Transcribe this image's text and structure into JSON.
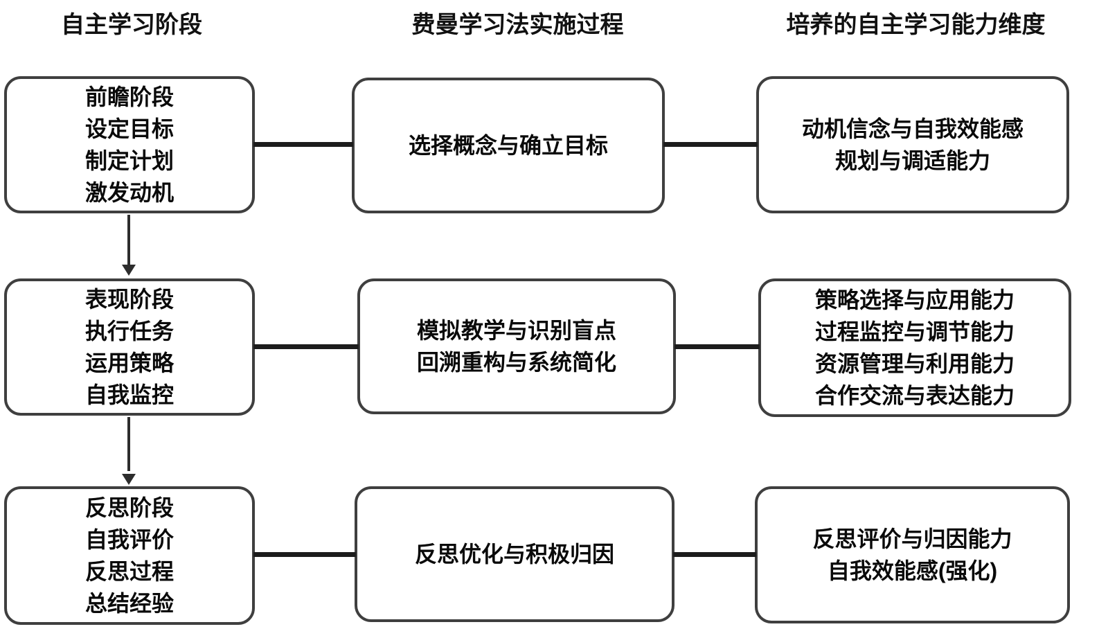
{
  "headers": {
    "stages": "自主学习阶段",
    "process": "费曼学习法实施过程",
    "abilities": "培养的自主学习能力维度"
  },
  "rows": [
    {
      "stage": {
        "lines": [
          "前瞻阶段",
          "设定目标",
          "制定计划",
          "激发动机"
        ]
      },
      "process": {
        "lines": [
          "选择概念与确立目标"
        ]
      },
      "ability": {
        "lines": [
          "动机信念与自我效能感",
          "规划与调适能力"
        ]
      }
    },
    {
      "stage": {
        "lines": [
          "表现阶段",
          "执行任务",
          "运用策略",
          "自我监控"
        ]
      },
      "process": {
        "lines": [
          "模拟教学与识别盲点",
          "回溯重构与系统简化"
        ]
      },
      "ability": {
        "lines": [
          "策略选择与应用能力",
          "过程监控与调节能力",
          "资源管理与利用能力",
          "合作交流与表达能力"
        ]
      }
    },
    {
      "stage": {
        "lines": [
          "反思阶段",
          "自我评价",
          "反思过程",
          "总结经验"
        ]
      },
      "process": {
        "lines": [
          "反思优化与积极归因"
        ]
      },
      "ability": {
        "lines": [
          "反思评价与归因能力",
          "自我效能感(强化)"
        ]
      }
    }
  ],
  "colors": {
    "box_border": "#3f3f3f",
    "connector": "#1c1c1c",
    "text": "#0a0a0a",
    "background": "#ffffff"
  }
}
